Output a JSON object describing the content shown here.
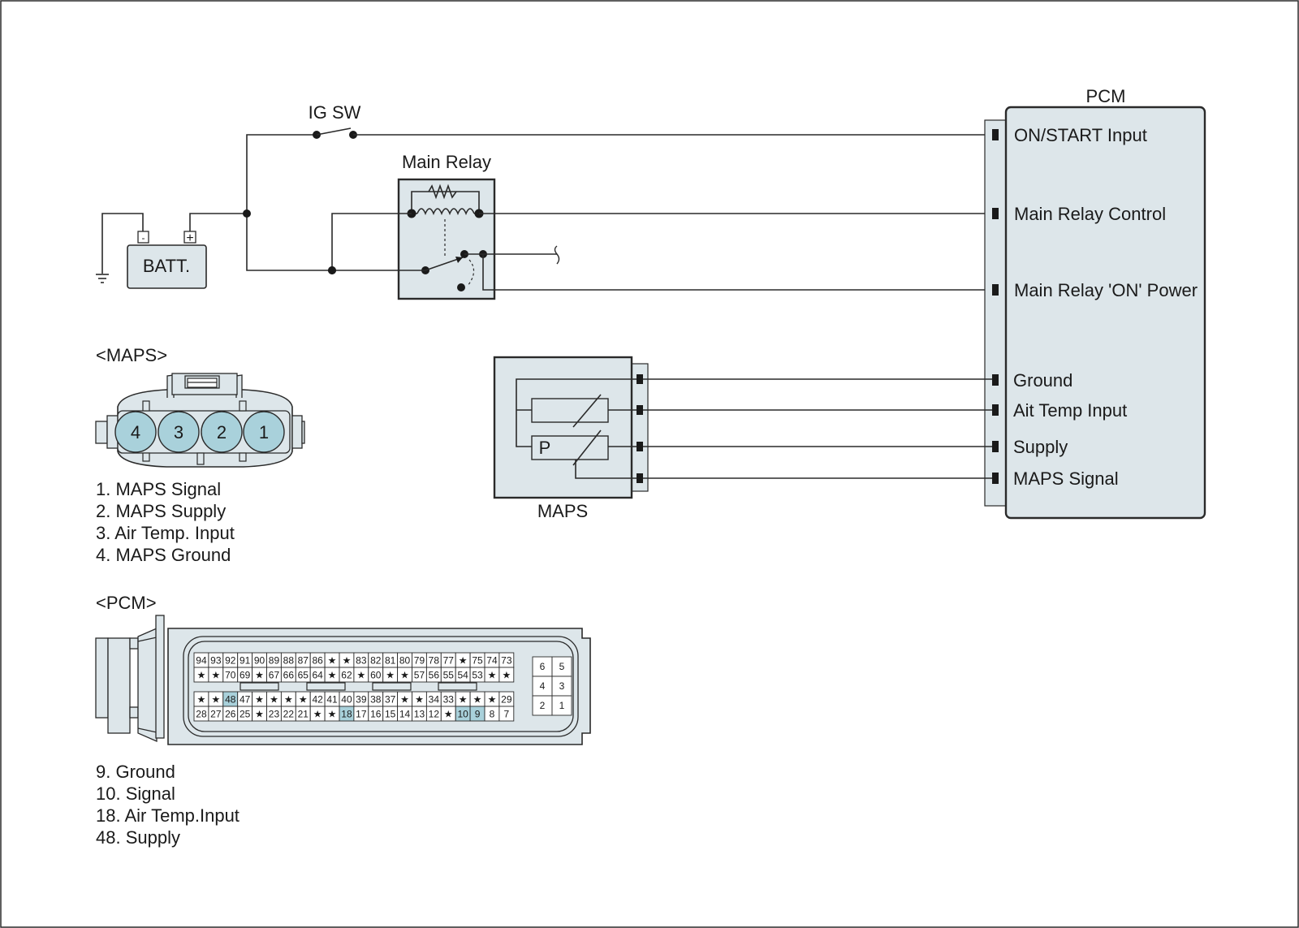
{
  "colors": {
    "component_fill": "#dde6ea",
    "connector_pin_fill": "#a9d1db",
    "highlight_cell": "#a9d1db",
    "line": "#2a2a2a",
    "background": "#ffffff"
  },
  "schematic": {
    "ig_sw_label": "IG SW",
    "main_relay_label": "Main Relay",
    "battery_label": "BATT.",
    "battery_minus": "-",
    "battery_plus": "+",
    "pcm_label": "PCM",
    "maps_label": "MAPS",
    "maps_p_label": "P",
    "pcm_terminals": [
      "ON/START Input",
      "Main Relay Control",
      "Main Relay 'ON' Power",
      "Ground",
      "Ait Temp Input",
      "Supply",
      "MAPS Signal"
    ]
  },
  "maps_connector": {
    "title": "<MAPS>",
    "pins": [
      "4",
      "3",
      "2",
      "1"
    ],
    "legend": [
      "1. MAPS Signal",
      "2. MAPS Supply",
      "3. Air Temp. Input",
      "4. MAPS Ground"
    ]
  },
  "pcm_connector": {
    "title": "<PCM>",
    "row1": [
      "94",
      "93",
      "92",
      "91",
      "90",
      "89",
      "88",
      "87",
      "86",
      "★",
      "★",
      "83",
      "82",
      "81",
      "80",
      "79",
      "78",
      "77",
      "★",
      "75",
      "74",
      "73"
    ],
    "row2": [
      "★",
      "★",
      "70",
      "69",
      "★",
      "67",
      "66",
      "65",
      "64",
      "★",
      "62",
      "★",
      "60",
      "★",
      "★",
      "57",
      "56",
      "55",
      "54",
      "53",
      "★",
      "★"
    ],
    "row3": [
      "★",
      "★",
      "48",
      "47",
      "★",
      "★",
      "★",
      "★",
      "42",
      "41",
      "40",
      "39",
      "38",
      "37",
      "★",
      "★",
      "34",
      "33",
      "★",
      "★",
      "★",
      "29"
    ],
    "row4": [
      "28",
      "27",
      "26",
      "25",
      "★",
      "23",
      "22",
      "21",
      "★",
      "★",
      "18",
      "17",
      "16",
      "15",
      "14",
      "13",
      "12",
      "★",
      "10",
      "9",
      "8",
      "7"
    ],
    "small_block": [
      [
        "6",
        "5"
      ],
      [
        "4",
        "3"
      ],
      [
        "2",
        "1"
      ]
    ],
    "highlighted_pins": [
      "48",
      "18",
      "10",
      "9"
    ],
    "legend": [
      "9. Ground",
      "10. Signal",
      "18. Air Temp.Input",
      "48. Supply"
    ]
  }
}
